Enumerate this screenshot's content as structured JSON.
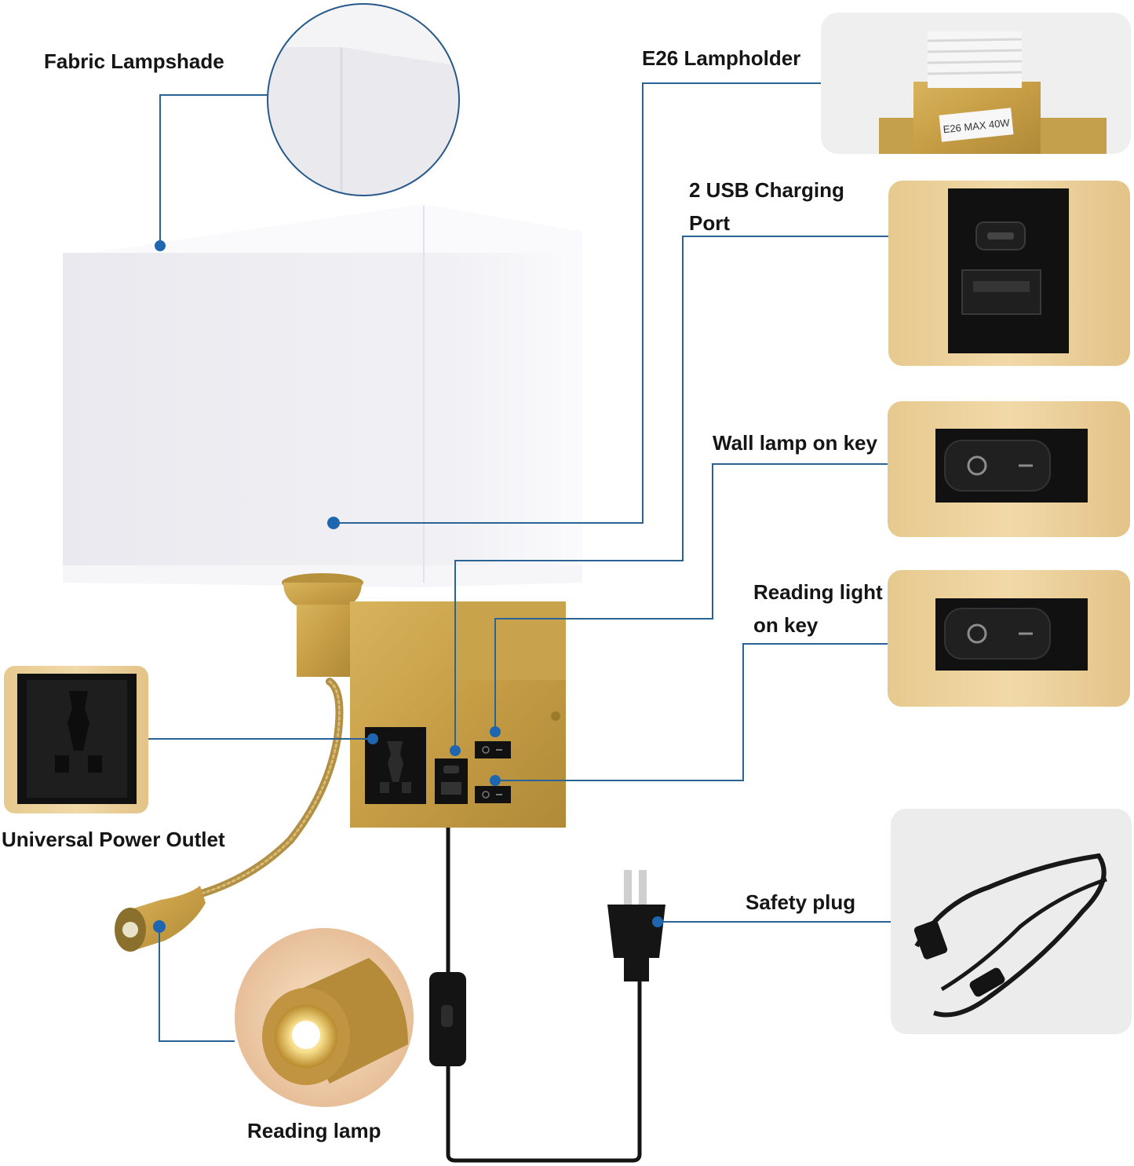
{
  "labels": {
    "fabric_lampshade": "Fabric Lampshade",
    "e26_lampholder": "E26 Lampholder",
    "usb_port_line1": "2 USB Charging",
    "usb_port_line2": "Port",
    "wall_lamp_key": "Wall lamp on key",
    "reading_key_line1": "Reading light",
    "reading_key_line2": "on key",
    "power_outlet": "Universal Power Outlet",
    "safety_plug": "Safety plug",
    "reading_lamp": "Reading lamp"
  },
  "inset_text": {
    "lampholder_rating": "E26 MAX 40W"
  },
  "colors": {
    "leader_line": "#2a6496",
    "dot": "#1f66b1",
    "brass": "#c9a24a",
    "brass_dark": "#a8852f",
    "shade": "#eeeef2",
    "panel_black": "#111111",
    "wood": "#ecd19c"
  }
}
